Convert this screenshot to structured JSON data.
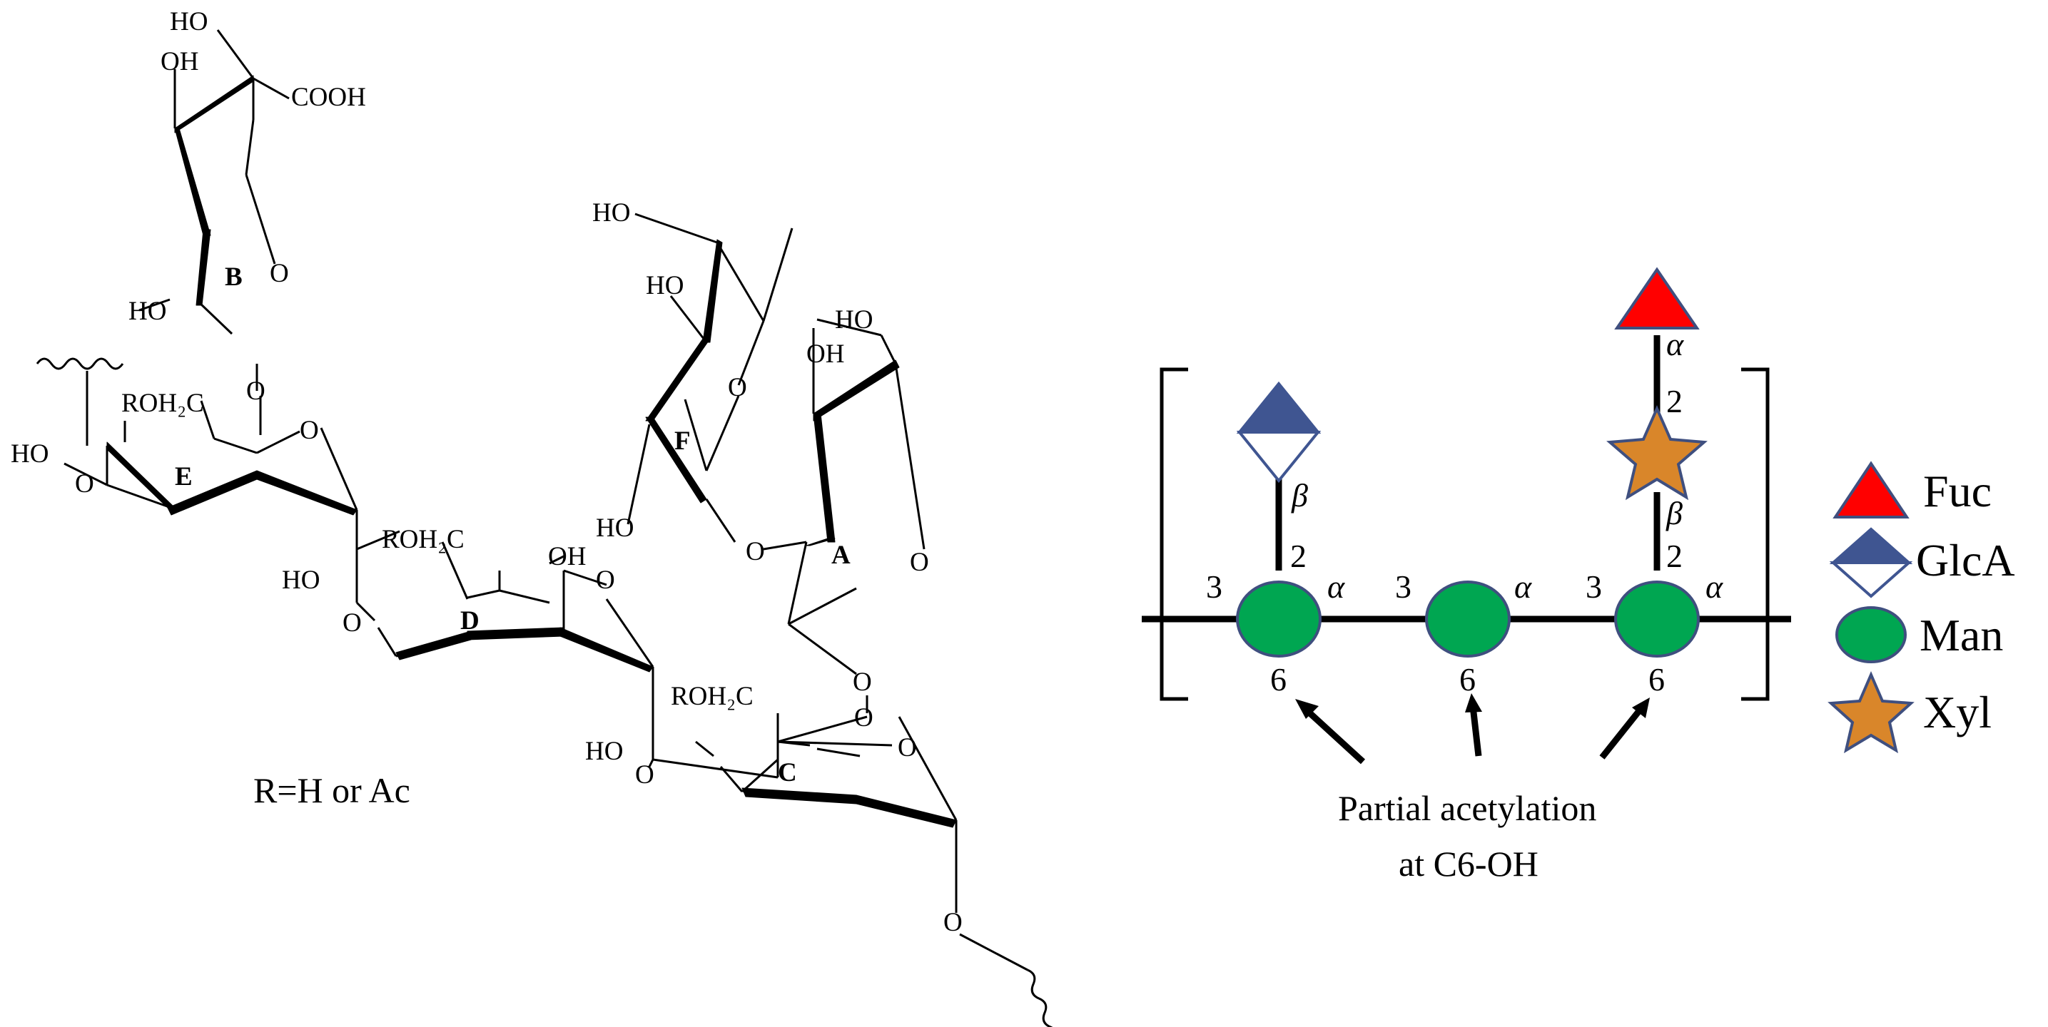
{
  "structure": {
    "ring_labels": {
      "A": "A",
      "B": "B",
      "C": "C",
      "D": "D",
      "E": "E",
      "F": "F"
    },
    "labels": {
      "b_ho_top": "HO",
      "b_oh": "OH",
      "b_cooh": "COOH",
      "b_ho_left": "HO",
      "b_o_ring": "O",
      "b_o_link": "O",
      "e_roh2c": "ROH₂C",
      "e_ho": "HO",
      "e_o_left": "O",
      "e_o_ring": "O",
      "d_roh2c": "ROH₂C",
      "d_oh": "OH",
      "d_ho": "HO",
      "d_o_left": "O",
      "d_o_ring": "O",
      "c_roh2c": "ROH₂C",
      "c_ho": "HO",
      "c_o_left": "O",
      "c_o_ring": "O",
      "c_o_top": "O",
      "c_o_bottom": "O",
      "f_ho_top": "HO",
      "f_ho_mid": "HO",
      "f_ho_bottom": "HO",
      "f_o_ring": "O",
      "fa_o_link": "O",
      "a_ho": "HO",
      "a_oh": "OH",
      "a_o_ring": "O",
      "a_o_link": "O"
    },
    "r_note": "R=H or Ac"
  },
  "snfg": {
    "linkages": {
      "n3_left": "3",
      "alpha_1": "α",
      "n3_mid": "3",
      "alpha_2": "α",
      "n3_right": "3",
      "alpha_3": "α",
      "beta_glca": "β",
      "n2_glca": "2",
      "alpha_fuc": "α",
      "n2_fuc": "2",
      "beta_xyl": "β",
      "n2_xyl": "2",
      "n6_left": "6",
      "n6_mid": "6",
      "n6_right": "6"
    },
    "note_line1": "Partial acetylation",
    "note_line2": "at C6-OH"
  },
  "legend": [
    {
      "label": "Fuc",
      "symbol": "red-triangle",
      "color": "#ff0000"
    },
    {
      "label": "GlcA",
      "symbol": "half-filled-blue-diamond",
      "color": "#3f5591"
    },
    {
      "label": "Man",
      "symbol": "green-circle",
      "color": "#00a651"
    },
    {
      "label": "Xyl",
      "symbol": "orange-star",
      "color": "#d9862a"
    }
  ],
  "colors": {
    "fuc": "#ff0000",
    "glca": "#3f5591",
    "man": "#00a651",
    "xyl": "#d9862a",
    "outline": "#3f4f7f"
  }
}
